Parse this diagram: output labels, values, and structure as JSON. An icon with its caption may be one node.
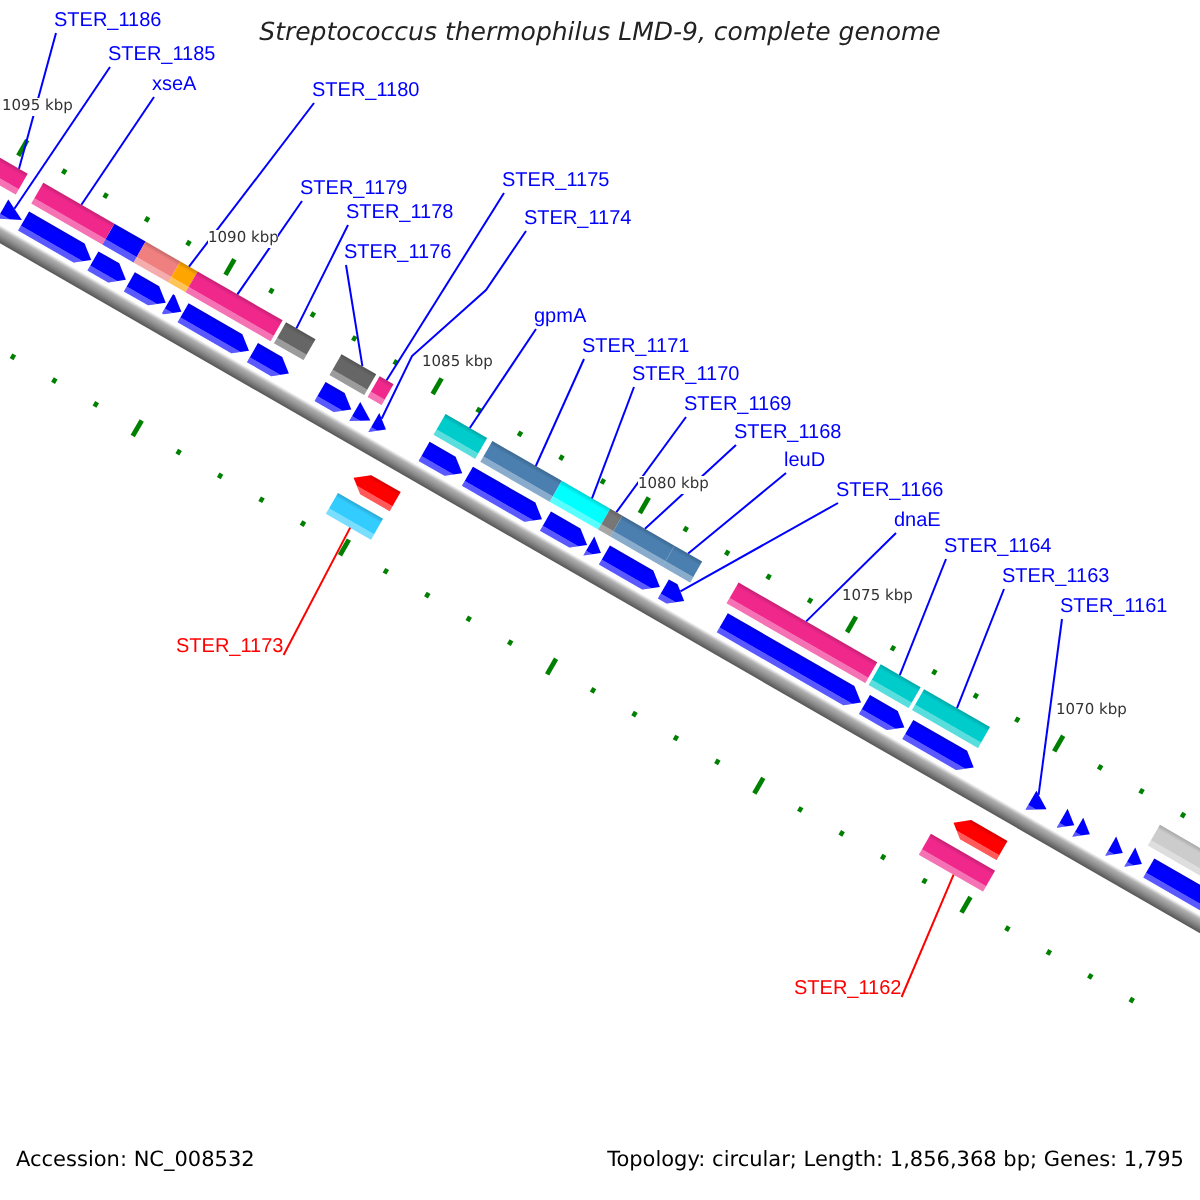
{
  "diagram": {
    "title": "Streptococcus thermophilus LMD-9, complete genome",
    "nodes": [
      {
        "text": [
          "STER_1186"
        ]
      },
      {
        "text": [
          "STER_1185"
        ]
      },
      {
        "text": [
          "xseA"
        ]
      },
      {
        "text": [
          "STER_1180"
        ]
      },
      {
        "text": [
          "STER_1179"
        ]
      },
      {
        "text": [
          "STER_1178"
        ]
      },
      {
        "text": [
          "STER_1176"
        ]
      },
      {
        "text": [
          "STER_1175"
        ]
      },
      {
        "text": [
          "STER_1174"
        ]
      },
      {
        "text": [
          "gpmA"
        ]
      },
      {
        "text": [
          "STER_1173"
        ]
      },
      {
        "text": [
          "STER_1171"
        ]
      },
      {
        "text": [
          "STER_1170"
        ]
      },
      {
        "text": [
          "STER_1169"
        ]
      },
      {
        "text": [
          "STER_1168"
        ]
      },
      {
        "text": [
          "leuD"
        ]
      },
      {
        "text": [
          "STER_1166"
        ]
      },
      {
        "text": [
          "dnaE"
        ]
      },
      {
        "text": [
          "STER_1164"
        ]
      },
      {
        "text": [
          "STER_1163"
        ]
      },
      {
        "text": [
          "STER_1161"
        ]
      },
      {
        "text": [
          "STER_1162"
        ]
      },
      {
        "text": [],
        "shape": "box"
      },
      {
        "text": [],
        "shape": "triangle"
      },
      {
        "text": [],
        "shape": "box"
      },
      {
        "text": [],
        "shape": "box"
      },
      {
        "text": [],
        "shape": "box"
      },
      {
        "text": [],
        "shape": "box"
      },
      {
        "text": [],
        "shape": "box"
      },
      {
        "text": [],
        "shape": "box"
      },
      {
        "text": [],
        "shape": "triangle"
      },
      {
        "text": [],
        "shape": "box"
      },
      {
        "text": [],
        "shape": "box"
      },
      {
        "text": [],
        "shape": "box"
      },
      {
        "text": [],
        "shape": "box"
      },
      {
        "text": [],
        "shape": "box"
      },
      {
        "text": [],
        "shape": "box"
      },
      {
        "text": [],
        "shape": "box"
      },
      {
        "text": [],
        "shape": "arrow"
      },
      {
        "text": [],
        "shape": "box"
      },
      {
        "text": [],
        "shape": "box"
      },
      {
        "text": [],
        "shape": "box"
      },
      {
        "text": [],
        "shape": "triangle"
      },
      {
        "text": [],
        "shape": "box"
      }
    ],
    "edges": [
      {
        "from": 0,
        "to": 22,
        "arrow": "none"
      },
      {
        "from": 1,
        "to": 23,
        "arrow": "none"
      },
      {
        "from": 2,
        "to": 24,
        "arrow": "none"
      },
      {
        "from": 3,
        "to": 25,
        "arrow": "none"
      },
      {
        "from": 4,
        "to": 26,
        "arrow": "none"
      },
      {
        "from": 5,
        "to": 27,
        "arrow": "none"
      },
      {
        "from": 6,
        "to": 28,
        "arrow": "none"
      },
      {
        "from": 7,
        "to": 29,
        "arrow": "none"
      },
      {
        "from": 8,
        "to": 30,
        "arrow": "none"
      },
      {
        "from": 9,
        "to": 31,
        "arrow": "none"
      },
      {
        "from": 10,
        "to": 32,
        "arrow": "none",
        "color": "#ff0000"
      },
      {
        "from": 11,
        "to": 33,
        "arrow": "none"
      },
      {
        "from": 12,
        "to": 34,
        "arrow": "none"
      },
      {
        "from": 13,
        "to": 35,
        "arrow": "none"
      },
      {
        "from": 14,
        "to": 36,
        "arrow": "none"
      },
      {
        "from": 15,
        "to": 37,
        "arrow": "none"
      },
      {
        "from": 16,
        "to": 38,
        "arrow": "none"
      },
      {
        "from": 17,
        "to": 39,
        "arrow": "none"
      },
      {
        "from": 18,
        "to": 40,
        "arrow": "none"
      },
      {
        "from": 19,
        "to": 41,
        "arrow": "none"
      },
      {
        "from": 20,
        "to": 42,
        "arrow": "none"
      },
      {
        "from": 21,
        "to": 43,
        "arrow": "none",
        "color": "#ff0000"
      }
    ],
    "labels": [
      "1095 kbp",
      "1090 kbp",
      "1085 kbp",
      "1080 kbp",
      "1075 kbp",
      "1070 kbp",
      "Accession: NC_008532",
      "Topology: circular; Length: 1,856,368 bp; Genes: 1,795"
    ]
  }
}
